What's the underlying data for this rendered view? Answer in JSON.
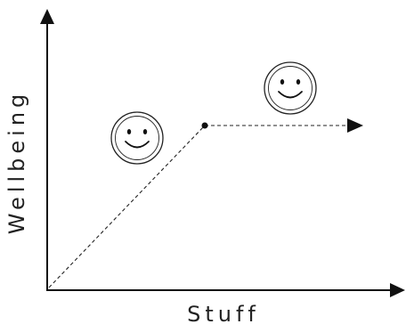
{
  "diagram": {
    "x_axis_label": "Stuff",
    "y_axis_label": "Wellbeing",
    "line_style": "dashed",
    "shapes": {
      "start_point": "origin",
      "turning_point": "filled-dot",
      "end": "arrow"
    },
    "icons": [
      "smiley-face-icon",
      "smiley-face-icon"
    ]
  }
}
